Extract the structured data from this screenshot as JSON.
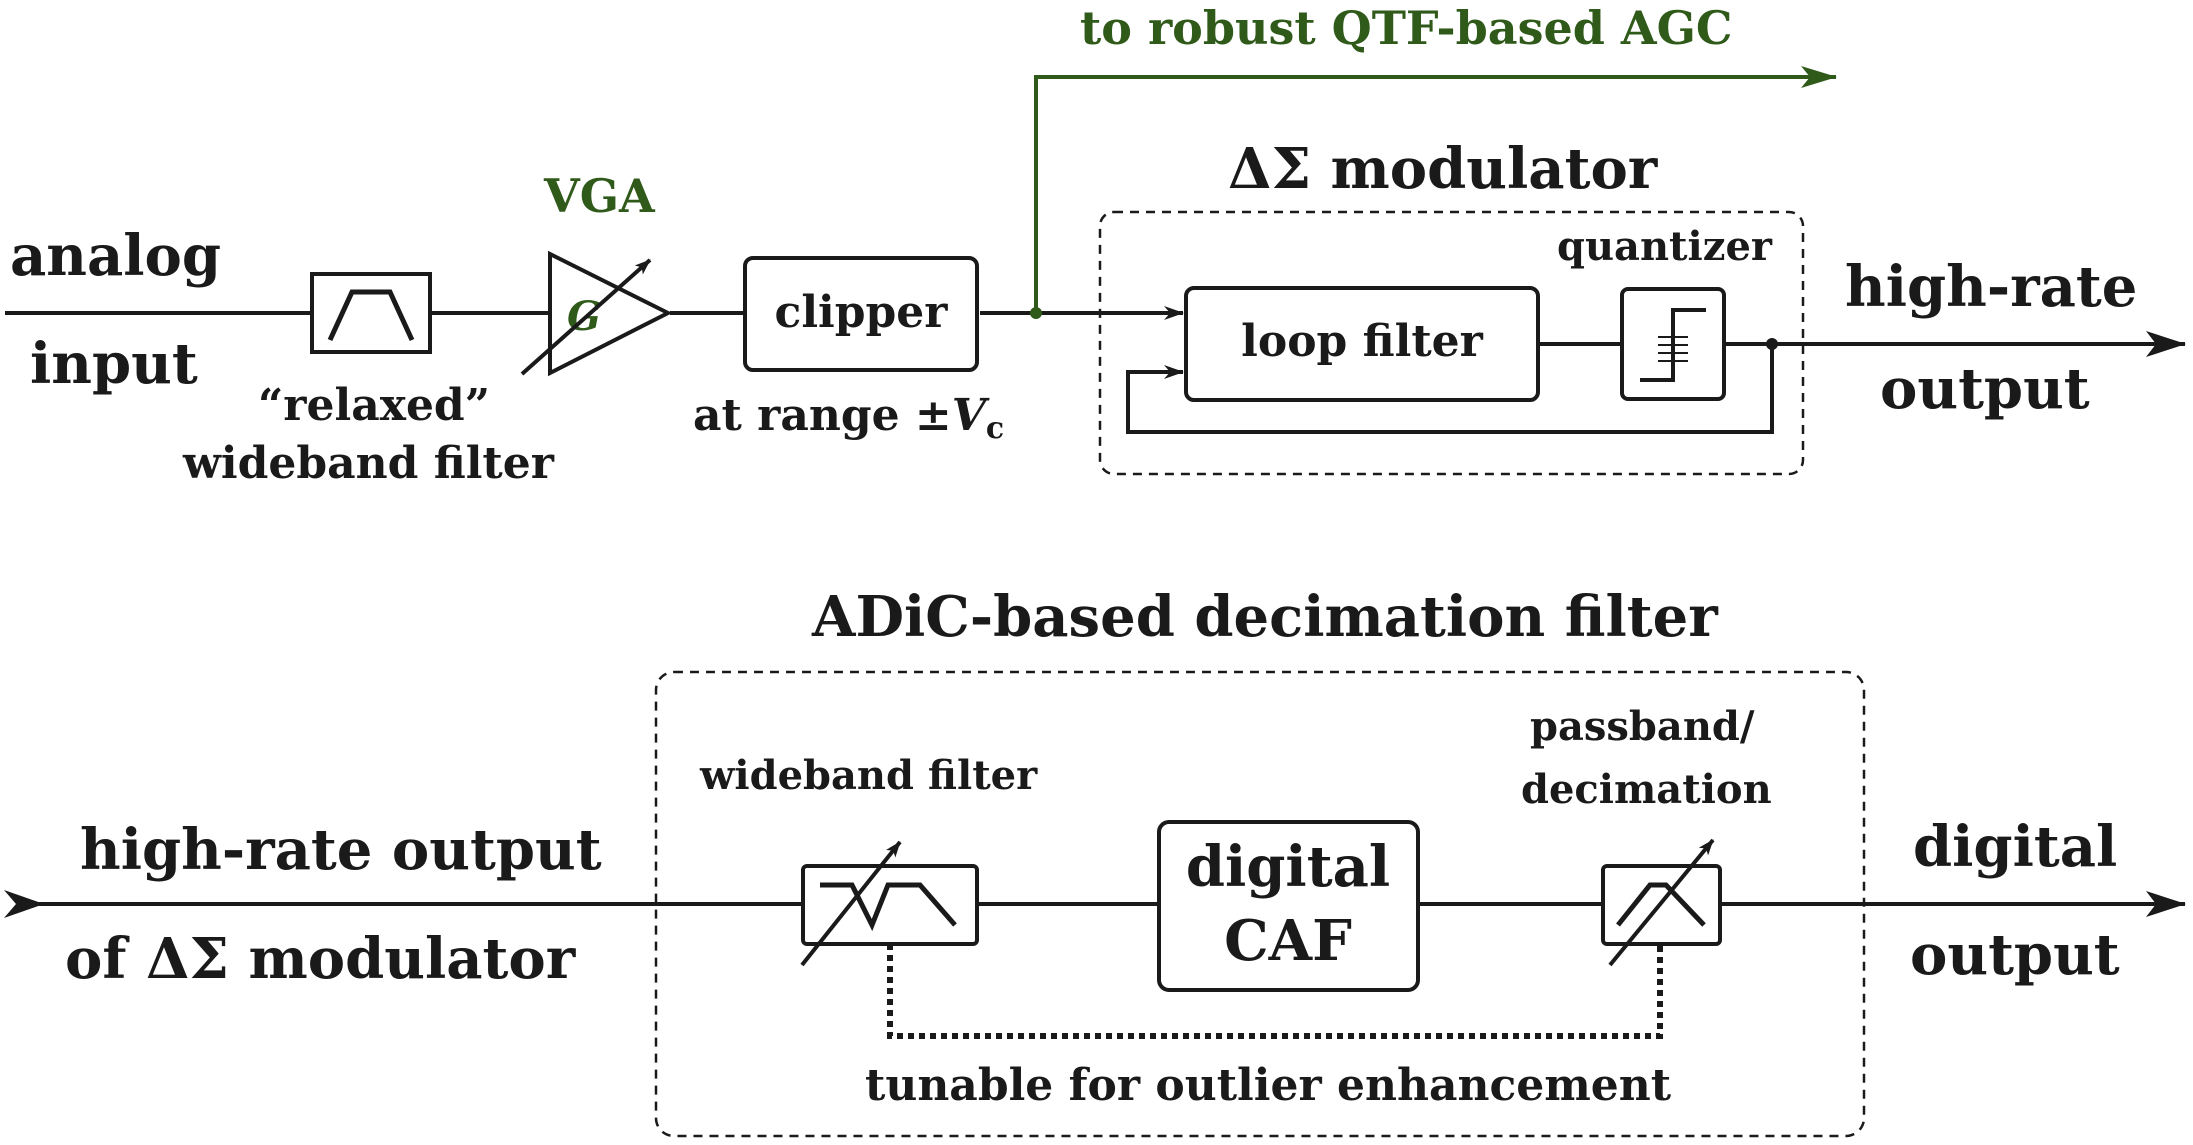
{
  "top": {
    "input_label_line1": "analog",
    "input_label_line2": "input",
    "filter_label_line1": "“relaxed”",
    "filter_label_line2": "wideband filter",
    "vga_title": "VGA",
    "vga_symbol": "G",
    "clipper_label": "clipper",
    "clipper_range": "at range ±",
    "clipper_range_var": "V",
    "clipper_range_sub": "c",
    "agc_label": "to robust QTF-based AGC",
    "modulator_title": "ΔΣ modulator",
    "loop_filter_label": "loop filter",
    "quantizer_label": "quantizer",
    "output_label_line1": "high-rate",
    "output_label_line2": "output"
  },
  "bottom": {
    "input_label_line1": "high-rate output",
    "input_label_line2": "of ΔΣ modulator",
    "decimation_title": "ADiC-based decimation filter",
    "wideband_label": "wideband filter",
    "caf_label_line1": "digital",
    "caf_label_line2": "CAF",
    "passband_label_line1": "passband/",
    "passband_label_line2": "decimation",
    "tunable_label": "tunable for outlier enhancement",
    "output_label_line1": "digital",
    "output_label_line2": "output"
  },
  "colors": {
    "ink": "#1a1a1a",
    "accent_green": "#2f5a1a"
  }
}
